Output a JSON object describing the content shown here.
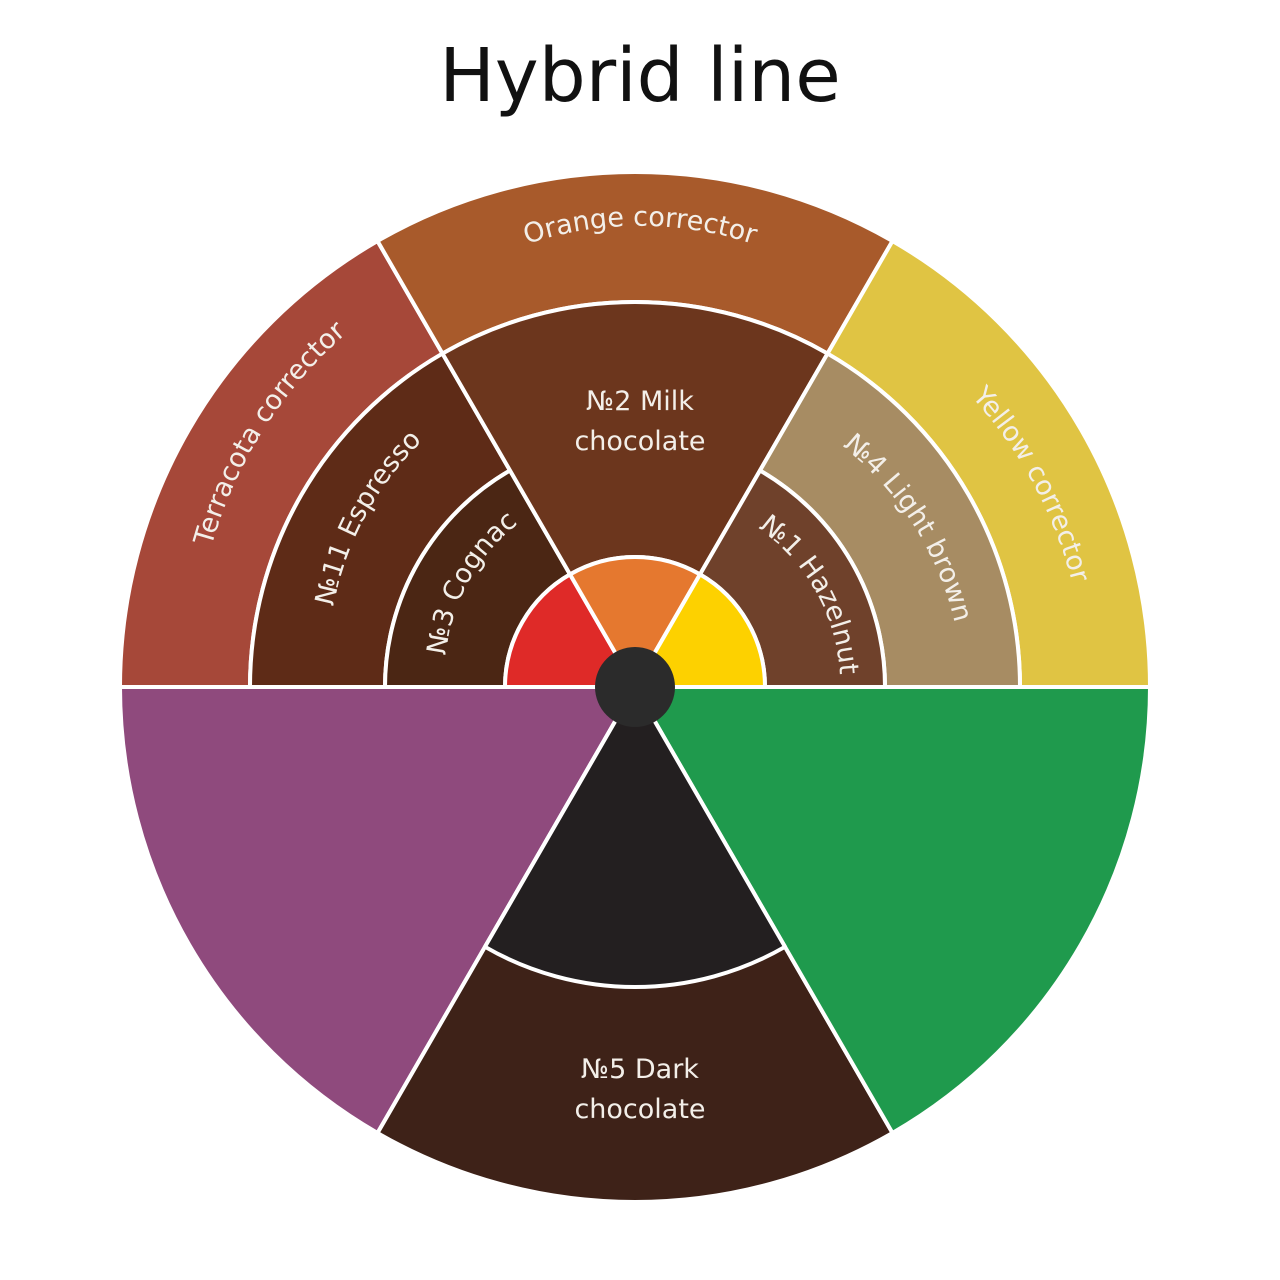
{
  "title": "Hybrid line",
  "colors": {
    "red": "#df2a28",
    "orange": "#e5782f",
    "yellow": "#fdd100",
    "hazelnut": "#6f412b",
    "light_brown": "#a78c63",
    "yellow_corrector": "#e0c443",
    "milk_chocolate": "#6c361d",
    "orange_corrector": "#a85a2b",
    "cognac": "#4b2614",
    "espresso": "#5e2b17",
    "terracota_corrector": "#a64839",
    "purple": "#8f4a7d",
    "green": "#1f9a4d",
    "black_wedge": "#231f20",
    "dark_chocolate": "#3e2218",
    "center": "#2b2b2b",
    "divider": "#ffffff"
  },
  "labels": {
    "orange_corrector": "Orange corrector",
    "terracota_corrector": "Terracota corrector",
    "yellow_corrector": "Yellow corrector",
    "milk_line1": "№2 Milk",
    "milk_line2": "chocolate",
    "espresso": "№11 Espresso",
    "cognac": "№3 Cognac",
    "hazelnut": "№1 Hazelnut",
    "light_brown": "№4 Light brown",
    "dark_line1": "№5 Dark",
    "dark_line2": "chocolate"
  }
}
